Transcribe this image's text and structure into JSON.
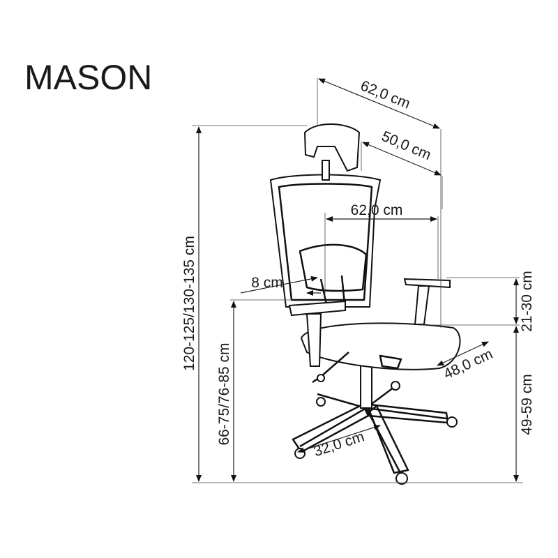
{
  "title": "MASON",
  "dimensions": {
    "depth_top": "62,0 cm",
    "headrest_depth": "50,0 cm",
    "width": "62,0 cm",
    "lumbar": "8 cm",
    "armrest_height": "21-30 cm",
    "seat_depth": "48,0 cm",
    "seat_height": "49-59 cm",
    "base_radius": "32,0 cm",
    "armrest_floor_height": "66-75/76-85 cm",
    "total_height": "120-125/130-135 cm"
  }
}
